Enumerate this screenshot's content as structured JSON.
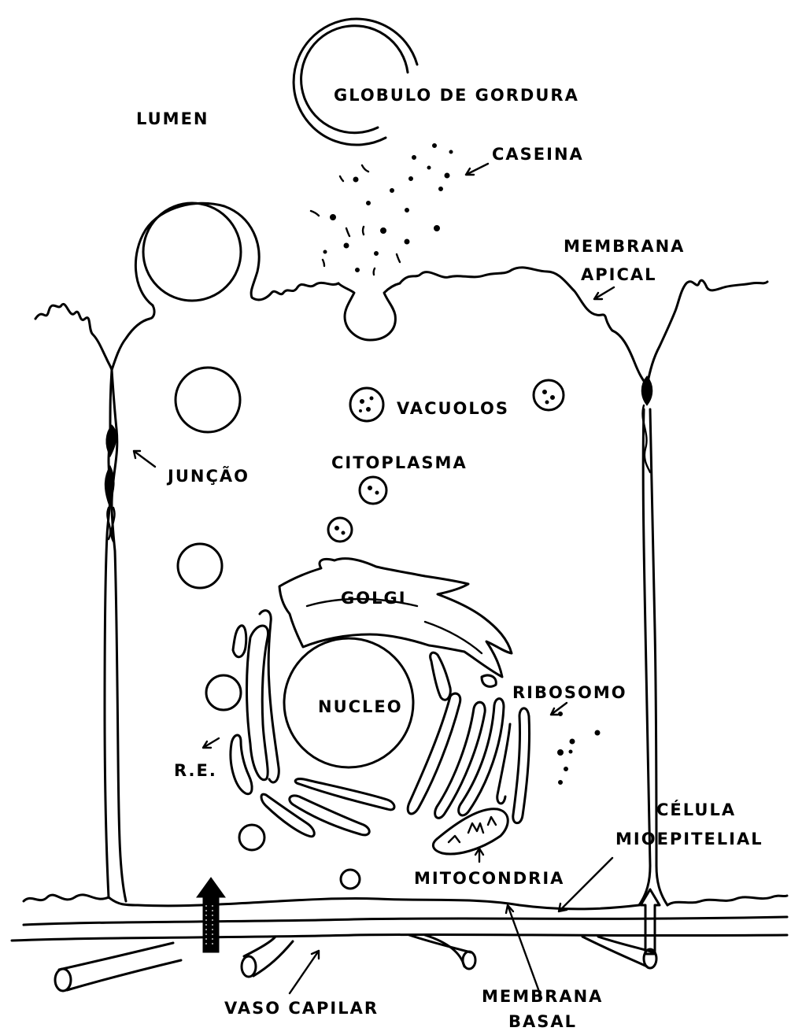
{
  "labels": {
    "globulo": "GLOBULO DE GORDURA",
    "lumen": "LUMEN",
    "caseina": "CASEINA",
    "membrana_apical_1": "MEMBRANA",
    "membrana_apical_2": "APICAL",
    "vacuolos": "VACUOLOS",
    "juncao": "JUNÇÃO",
    "citoplasma": "CITOPLASMA",
    "golgi": "GOLGI",
    "nucleo": "NUCLEO",
    "ribosomo": "RIBOSOMO",
    "re": "R.E.",
    "celula_1": "CÉLULA",
    "celula_2": "MIOEPITELIAL",
    "mitocondria": "MITOCONDRIA",
    "vaso_capilar": "VASO CAPILAR",
    "membrana_basal_1": "MEMBRANA",
    "membrana_basal_2": "BASAL"
  },
  "colors": {
    "ink": "#000000",
    "background": "#ffffff"
  }
}
